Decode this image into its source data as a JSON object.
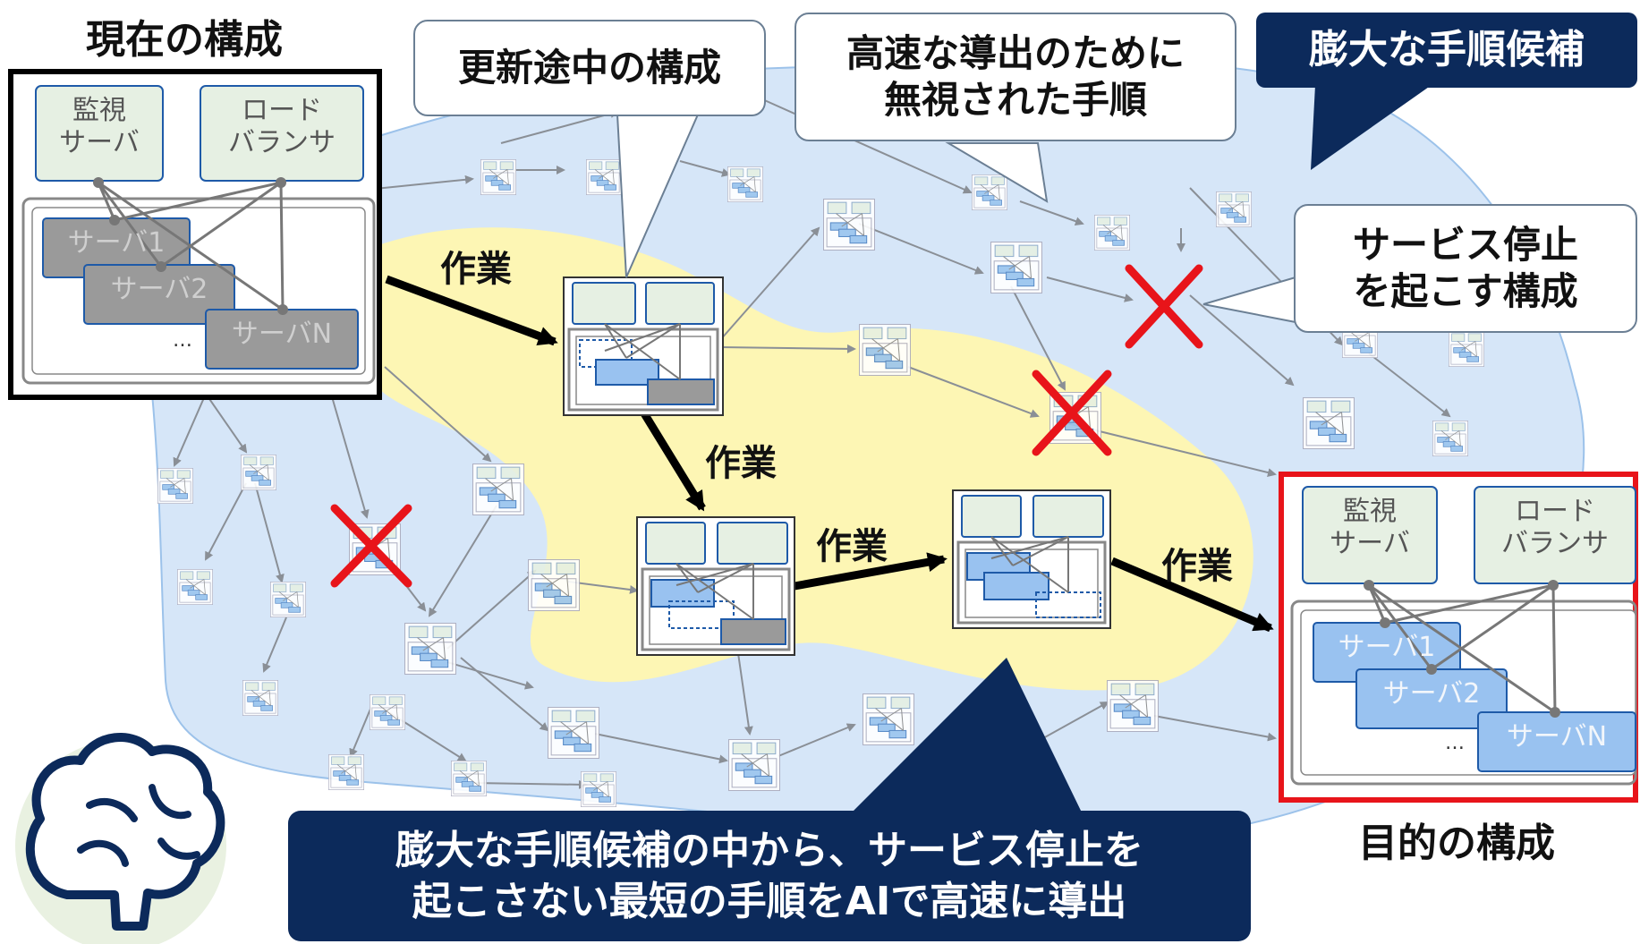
{
  "labels": {
    "current_config": "現在の構成",
    "target_config": "目的の構成",
    "updating_config": "更新途中の構成",
    "ignored_steps_line1": "高速な導出のために",
    "ignored_steps_line2": "無視された手順",
    "candidates": "膨大な手順候補",
    "outage_line1": "サービス停止",
    "outage_line2": "を起こす構成",
    "summary_line1": "膨大な手順候補の中から、サービス停止を",
    "summary_line2": "起こさない最短の手順をAIで高速に導出"
  },
  "operation_label": "作業",
  "current": {
    "monitor_line1": "監視",
    "monitor_line2": "サーバ",
    "lb_line1": "ロード",
    "lb_line2": "バランサ",
    "server1": "サーバ1",
    "server2": "サーバ2",
    "serverN": "サーバN",
    "ellipsis": "…"
  },
  "target": {
    "monitor_line1": "監視",
    "monitor_line2": "サーバ",
    "lb_line1": "ロード",
    "lb_line2": "バランサ",
    "server1": "サーバ1",
    "server2": "サーバ2",
    "serverN": "サーバN",
    "ellipsis": "…"
  },
  "colors": {
    "search_space": "#d6e6f8",
    "optimal_path_region": "#fdf6b4",
    "navy": "#0c2a5b",
    "red_x": "#e8141a",
    "server_gray": "#9a9a9a",
    "server_blue": "#99c2f0",
    "component_green": "#e6f0e3",
    "target_border": "#e8141a"
  },
  "icons": [
    "brain-icon",
    "red-x-icon"
  ]
}
